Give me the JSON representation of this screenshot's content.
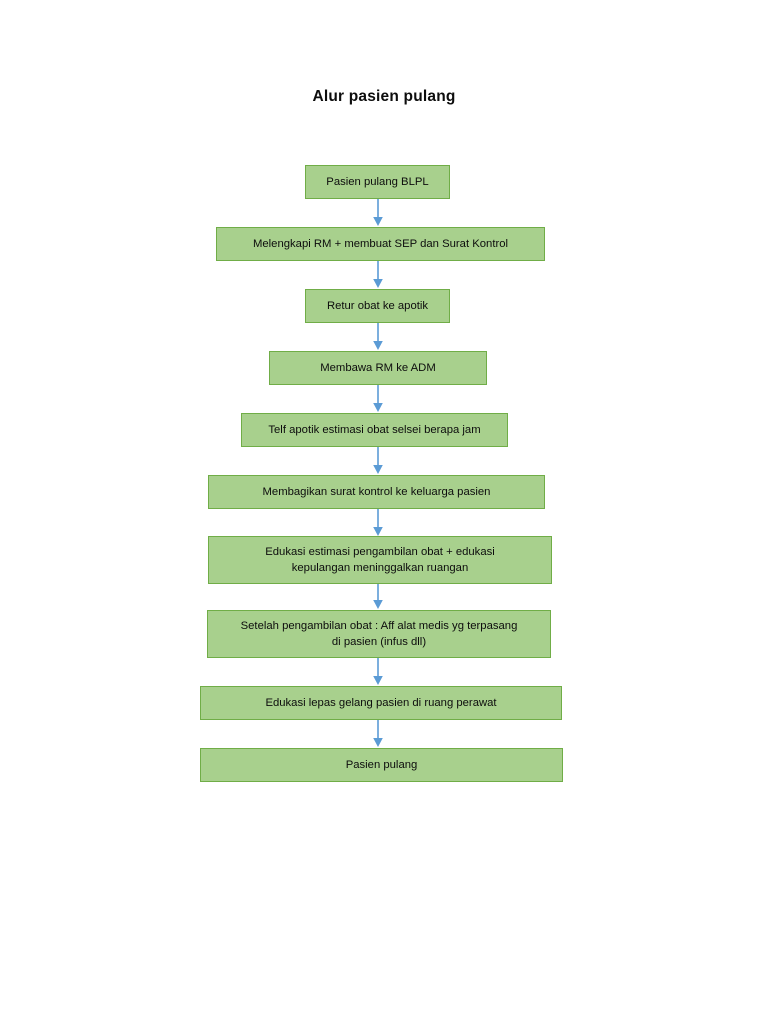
{
  "title": "Alur pasien pulang",
  "colors": {
    "node_fill": "#a8d08d",
    "node_border": "#70ad47",
    "arrow": "#5b9bd5",
    "text": "#0d0d0d",
    "background": "#ffffff"
  },
  "chart_data": {
    "type": "diagram",
    "diagram_type": "flowchart",
    "orientation": "top-to-bottom",
    "title": "Alur pasien pulang",
    "node_count": 10,
    "connector_count": 9,
    "nodes": [
      {
        "id": 1,
        "label": "Pasien pulang BLPL"
      },
      {
        "id": 2,
        "label": "Melengkapi RM + membuat SEP dan Surat Kontrol"
      },
      {
        "id": 3,
        "label": "Retur obat ke apotik"
      },
      {
        "id": 4,
        "label": "Membawa RM ke ADM"
      },
      {
        "id": 5,
        "label": "Telf apotik estimasi obat selsei berapa jam"
      },
      {
        "id": 6,
        "label": "Membagikan surat kontrol ke keluarga pasien"
      },
      {
        "id": 7,
        "label": "Edukasi estimasi pengambilan obat + edukasi\nkepulangan meninggalkan ruangan"
      },
      {
        "id": 8,
        "label": "Setelah pengambilan obat : Aff alat medis yg terpasang\ndi pasien (infus dll)"
      },
      {
        "id": 9,
        "label": "Edukasi lepas gelang pasien di ruang perawat"
      },
      {
        "id": 10,
        "label": "Pasien pulang"
      }
    ],
    "edges": [
      {
        "from": 1,
        "to": 2
      },
      {
        "from": 2,
        "to": 3
      },
      {
        "from": 3,
        "to": 4
      },
      {
        "from": 4,
        "to": 5
      },
      {
        "from": 5,
        "to": 6
      },
      {
        "from": 6,
        "to": 7
      },
      {
        "from": 7,
        "to": 8
      },
      {
        "from": 8,
        "to": 9
      },
      {
        "from": 9,
        "to": 10
      }
    ]
  }
}
